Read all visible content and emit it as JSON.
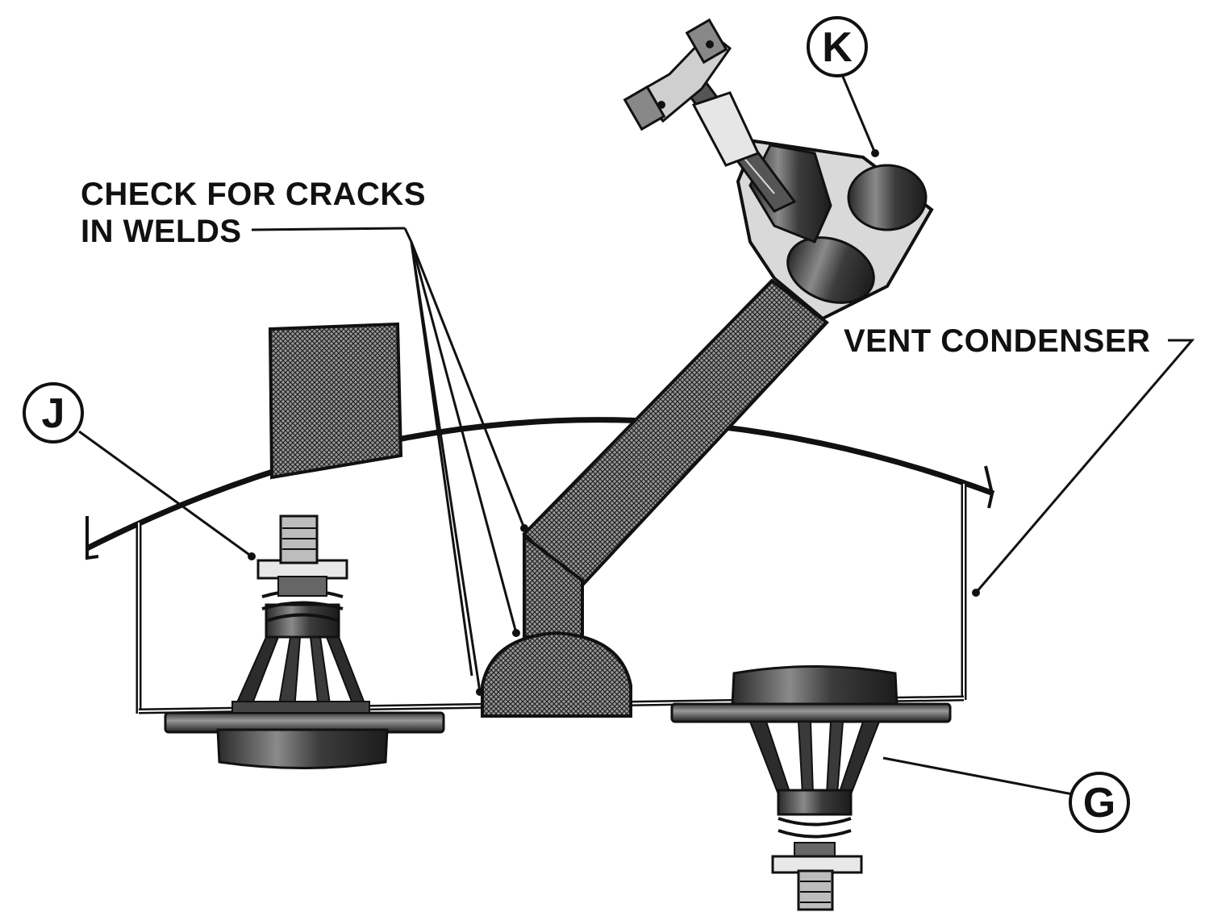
{
  "labels": {
    "check_line1": "CHECK FOR CRACKS",
    "check_line2": "IN WELDS",
    "vent_condenser": "VENT CONDENSER"
  },
  "callouts": {
    "k": "K",
    "j": "J",
    "g": "G"
  },
  "colors": {
    "ink": "#111111",
    "dark_metal": "#3a3a3a",
    "mid_metal": "#6b6b6b",
    "light_metal": "#bdbdbd",
    "paper": "#ffffff"
  }
}
